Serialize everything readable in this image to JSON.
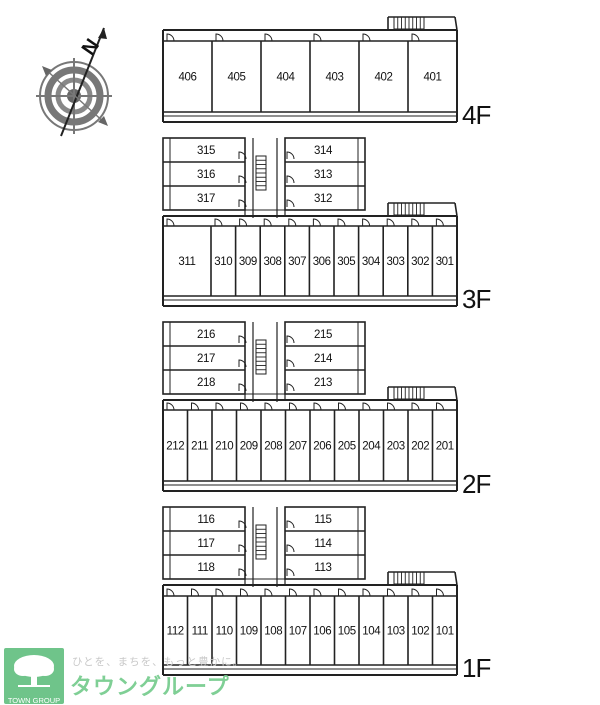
{
  "floors": [
    {
      "label": "4F",
      "main_rooms": [
        "406",
        "405",
        "404",
        "403",
        "402",
        "401"
      ]
    },
    {
      "label": "3F",
      "annex_left": [
        "315",
        "316",
        "317"
      ],
      "annex_right": [
        "314",
        "313",
        "312"
      ],
      "main_rooms": [
        "311",
        "310",
        "309",
        "308",
        "307",
        "306",
        "305",
        "304",
        "303",
        "302",
        "301"
      ]
    },
    {
      "label": "2F",
      "annex_left": [
        "216",
        "217",
        "218"
      ],
      "annex_right": [
        "215",
        "214",
        "213"
      ],
      "main_rooms": [
        "212",
        "211",
        "210",
        "209",
        "208",
        "207",
        "206",
        "205",
        "204",
        "203",
        "202",
        "201"
      ]
    },
    {
      "label": "1F",
      "annex_left": [
        "116",
        "117",
        "118"
      ],
      "annex_right": [
        "115",
        "114",
        "113"
      ],
      "main_rooms": [
        "112",
        "111",
        "110",
        "109",
        "108",
        "107",
        "106",
        "105",
        "104",
        "103",
        "102",
        "101"
      ]
    }
  ],
  "compass": {
    "north_label": "N",
    "icon": "compass-rose-icon"
  },
  "logo": {
    "slogan": "ひとを、まちを、もっと豊かに。",
    "name": "タウングループ",
    "box_label": "TOWN GROUP",
    "color": "#6fc48a",
    "icon": "tree-logo-icon"
  },
  "colors": {
    "line": "#222222",
    "wall": "#333333"
  }
}
